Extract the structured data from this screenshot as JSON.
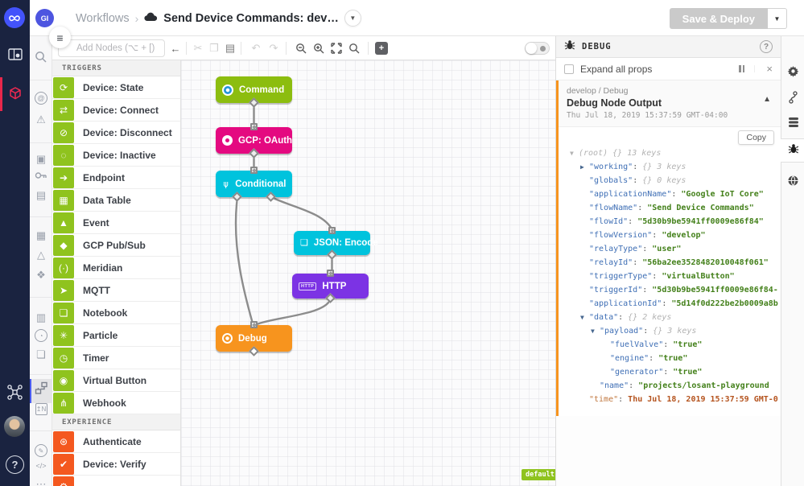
{
  "top_bar": {
    "avatar_initials": "GI",
    "breadcrumb": {
      "section": "Workflows",
      "separator": "›",
      "title": "Send Device Commands: dev…",
      "caret": "▼"
    },
    "save_button_label": "Save & Deploy",
    "save_caret": "▼"
  },
  "toolbar": {
    "add_nodes_placeholder": "Add Nodes (⌥ + [)",
    "back_arrow": "←"
  },
  "palette": {
    "sections": [
      {
        "label": "TRIGGERS",
        "color": "#8fc31e",
        "items": [
          {
            "label": "Device: State",
            "icon": "device-state-icon",
            "glyph": "⟳"
          },
          {
            "label": "Device: Connect",
            "icon": "device-connect-icon",
            "glyph": "⇄"
          },
          {
            "label": "Device: Disconnect",
            "icon": "device-disconnect-icon",
            "glyph": "⊘"
          },
          {
            "label": "Device: Inactive",
            "icon": "device-inactive-icon",
            "glyph": "◌"
          },
          {
            "label": "Endpoint",
            "icon": "endpoint-icon",
            "glyph": "➔"
          },
          {
            "label": "Data Table",
            "icon": "data-table-icon",
            "glyph": "▦"
          },
          {
            "label": "Event",
            "icon": "event-icon",
            "glyph": "▲"
          },
          {
            "label": "GCP Pub/Sub",
            "icon": "gcp-pubsub-icon",
            "glyph": "◆"
          },
          {
            "label": "Meridian",
            "icon": "meridian-icon",
            "glyph": "(·)"
          },
          {
            "label": "MQTT",
            "icon": "mqtt-icon",
            "glyph": "➤"
          },
          {
            "label": "Notebook",
            "icon": "notebook-icon",
            "glyph": "❏"
          },
          {
            "label": "Particle",
            "icon": "particle-icon",
            "glyph": "✳"
          },
          {
            "label": "Timer",
            "icon": "timer-icon",
            "glyph": "◷"
          },
          {
            "label": "Virtual Button",
            "icon": "virtual-button-icon",
            "glyph": "◉"
          },
          {
            "label": "Webhook",
            "icon": "webhook-icon",
            "glyph": "⋔"
          }
        ]
      },
      {
        "label": "EXPERIENCE",
        "color": "#f4581f",
        "items": [
          {
            "label": "Authenticate",
            "icon": "authenticate-icon",
            "glyph": "⊛"
          },
          {
            "label": "Device: Verify",
            "icon": "device-verify-icon",
            "glyph": "✔"
          },
          {
            "label": "",
            "icon": "experience-partial-icon",
            "glyph": "⚙"
          }
        ]
      }
    ]
  },
  "canvas": {
    "nodes": [
      {
        "id": "command",
        "label": "Command",
        "color": "#8cbd0f"
      },
      {
        "id": "gcp-oauth",
        "label": "GCP: OAuth",
        "color": "#e40980"
      },
      {
        "id": "conditional",
        "label": "Conditional",
        "color": "#00c3dd"
      },
      {
        "id": "json-encode",
        "label": "JSON: Encode",
        "color": "#00c3dd"
      },
      {
        "id": "http",
        "label": "HTTP",
        "color": "#7c33e4"
      },
      {
        "id": "debug",
        "label": "Debug",
        "color": "#f7941e"
      }
    ],
    "version_badge": "default"
  },
  "debug_panel": {
    "title": "DEBUG",
    "expand_label": "Expand all props",
    "entry": {
      "source": "develop / Debug",
      "title": "Debug Node Output",
      "timestamp": "Thu Jul 18, 2019 15:37:59 GMT-04:00",
      "copy_label": "Copy",
      "accent_color": "#f7941e"
    },
    "tree": {
      "lines": [
        {
          "i": 0,
          "a": "▼",
          "rootMeta": "(root) {} 13 keys"
        },
        {
          "i": 1,
          "a": "▶",
          "k": "working",
          "meta": "{} 3 keys"
        },
        {
          "i": 1,
          "k": "globals",
          "meta": "{} 0 keys"
        },
        {
          "i": 1,
          "k": "applicationName",
          "v": "Google IoT Core",
          "q": true
        },
        {
          "i": 1,
          "k": "flowName",
          "v": "Send Device Commands",
          "q": true
        },
        {
          "i": 1,
          "k": "flowId",
          "v": "5d30b9be5941ff0009e86f84",
          "q": true
        },
        {
          "i": 1,
          "k": "flowVersion",
          "v": "develop",
          "q": true
        },
        {
          "i": 1,
          "k": "relayType",
          "v": "user",
          "q": true
        },
        {
          "i": 1,
          "k": "relayId",
          "v": "56ba2ee3528482010048f061",
          "q": true
        },
        {
          "i": 1,
          "k": "triggerType",
          "v": "virtualButton",
          "q": true
        },
        {
          "i": 1,
          "k": "triggerId",
          "v": "5d30b9be5941ff0009e86f84-",
          "q": true,
          "trunc": true
        },
        {
          "i": 1,
          "k": "applicationId",
          "v": "5d14f0d222be2b0009a8b",
          "q": true,
          "trunc": true
        },
        {
          "i": 1,
          "a": "▼",
          "k": "data",
          "meta": "{} 2 keys"
        },
        {
          "i": 2,
          "a": "▼",
          "k": "payload",
          "meta": "{} 3 keys"
        },
        {
          "i": 3,
          "k": "fuelValve",
          "v": "true",
          "q": true
        },
        {
          "i": 3,
          "k": "engine",
          "v": "true",
          "q": true
        },
        {
          "i": 3,
          "k": "generator",
          "v": "true",
          "q": true
        },
        {
          "i": 2,
          "k": "name",
          "v": "projects/losant-playground",
          "q": true,
          "trunc": true
        },
        {
          "i": 1,
          "k": "time",
          "v": "Thu Jul 18, 2019 15:37:59 GMT-0",
          "date": true,
          "trunc": true
        }
      ]
    }
  },
  "colors": {
    "trigger_green": "#8fc31e",
    "experience_orange": "#f4581f",
    "debug_orange": "#f7941e",
    "gcp_magenta": "#e40980",
    "cyan": "#00c3dd",
    "purple": "#7c33e4",
    "dark_rail": "#1a2340",
    "active_blue": "#4a5cf0",
    "logo_blue": "#4353fb",
    "alert_red": "#e8274b"
  }
}
